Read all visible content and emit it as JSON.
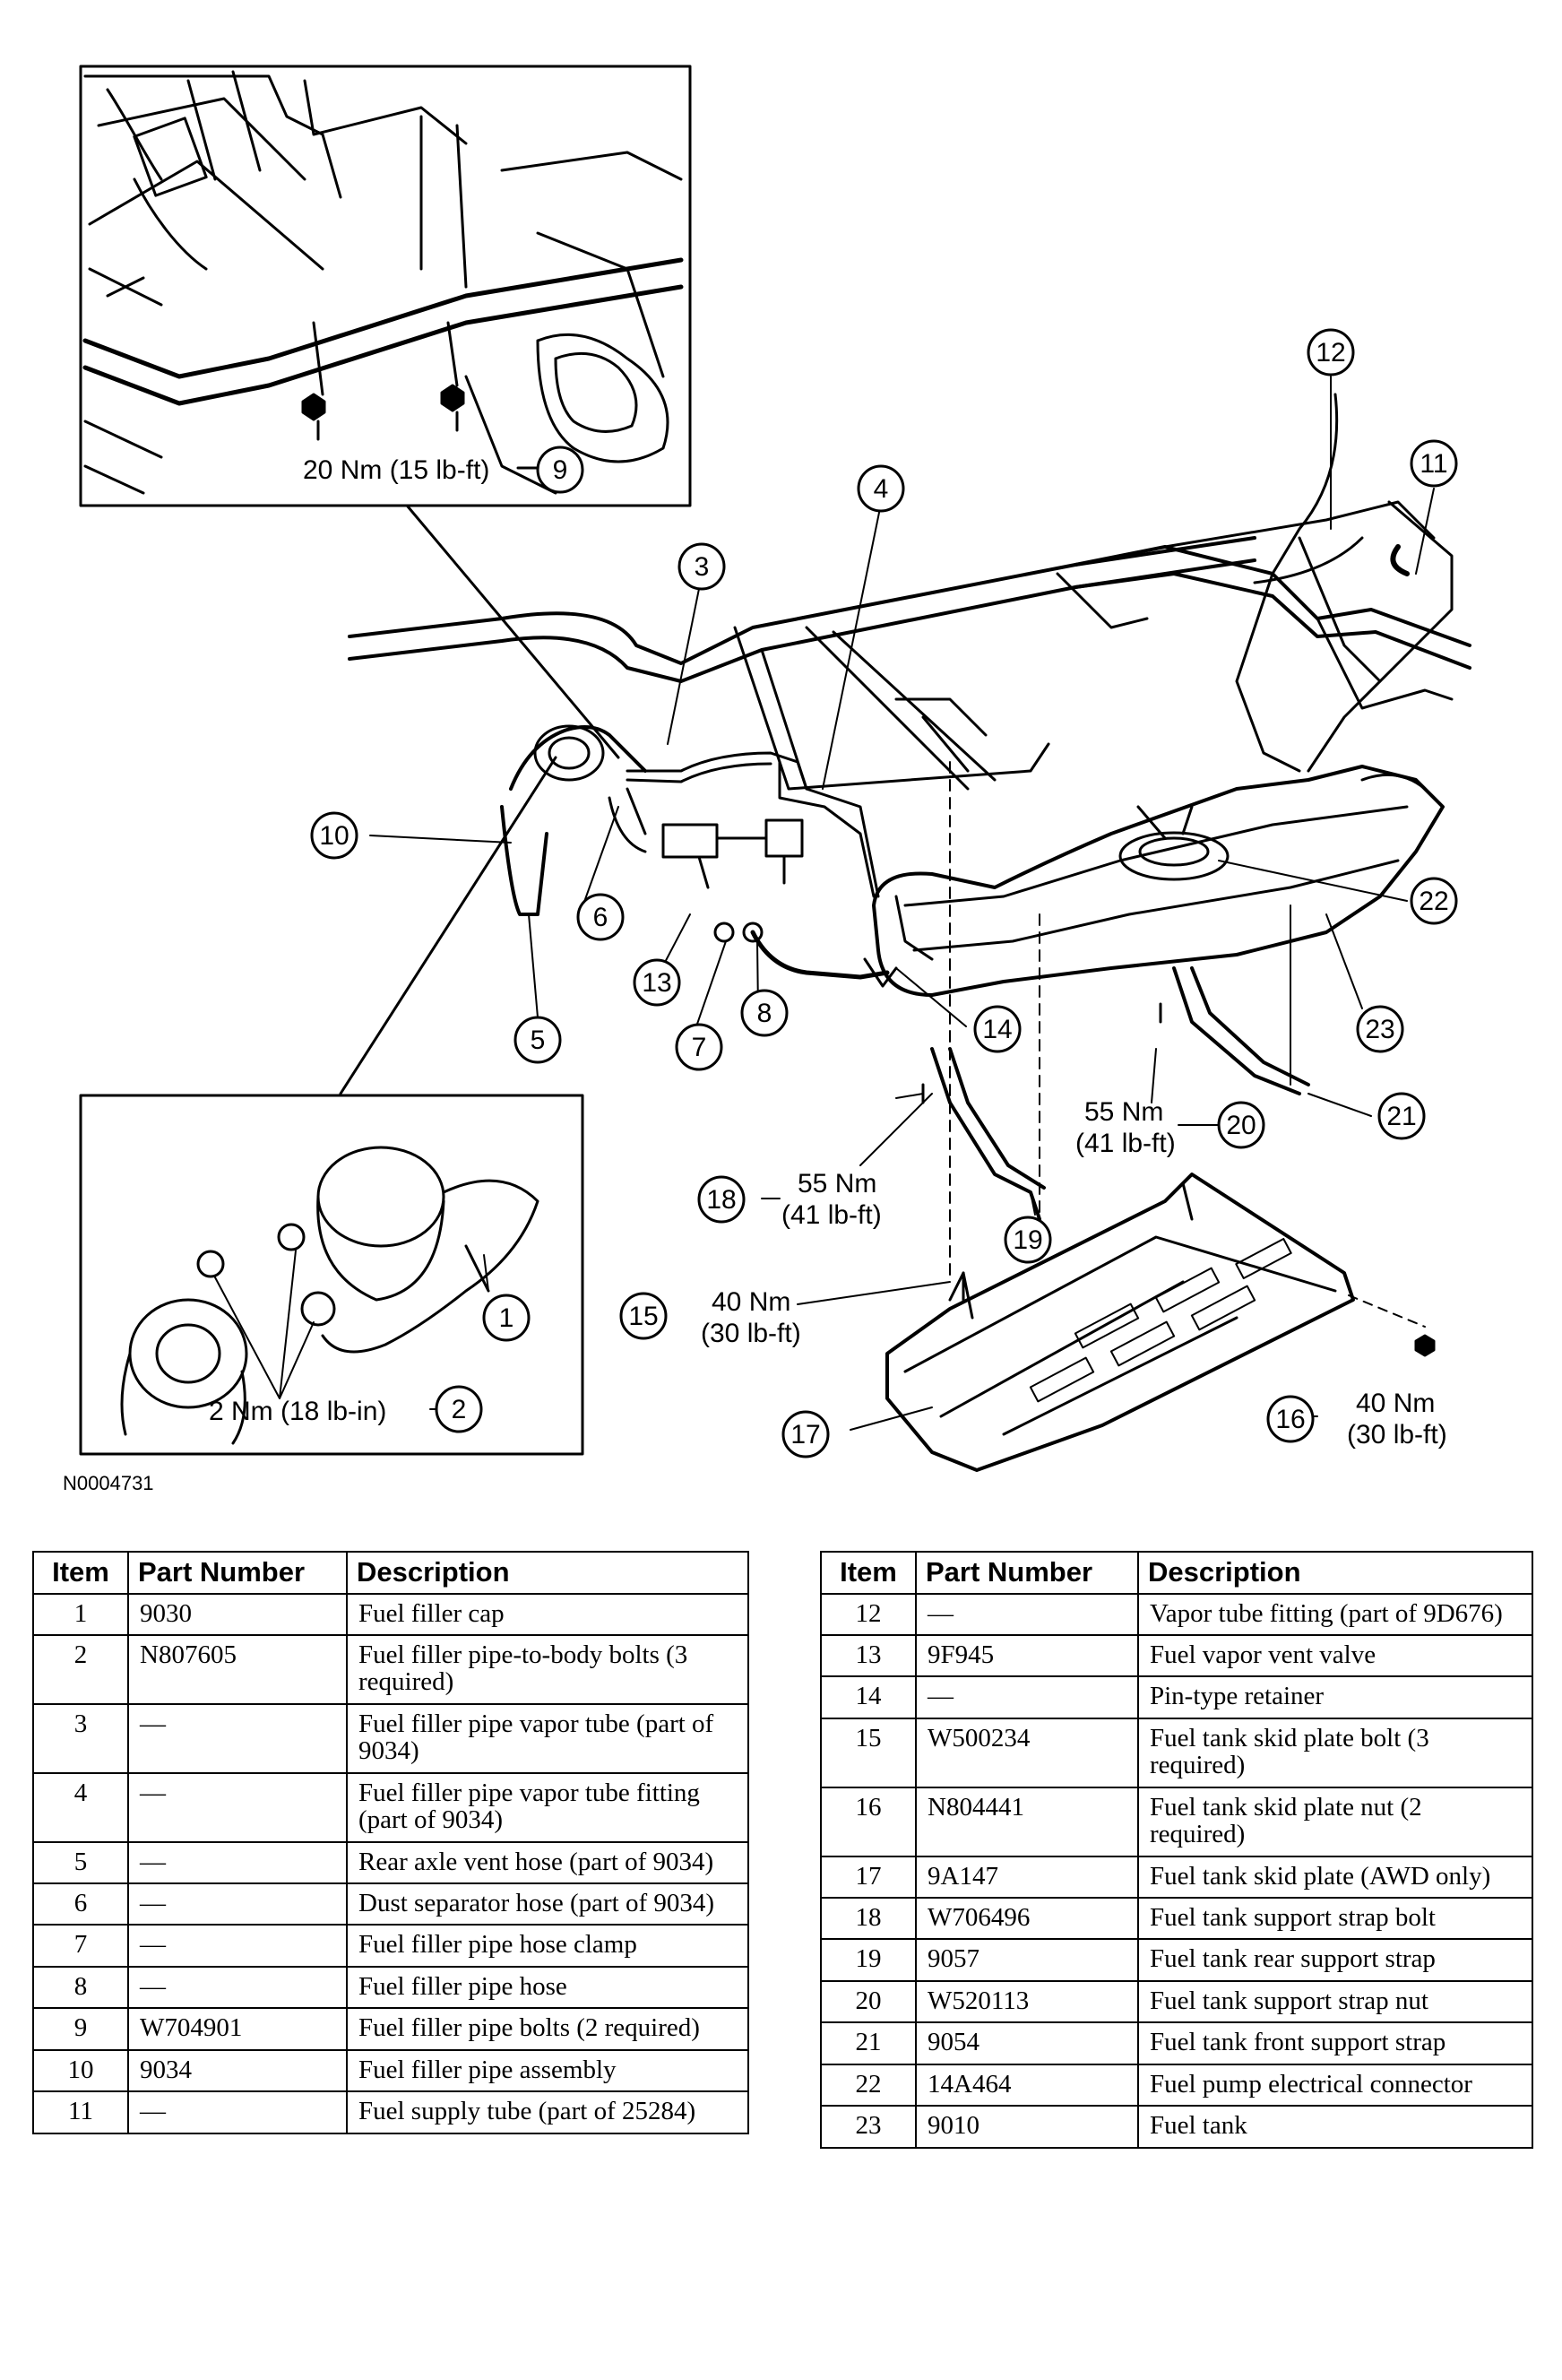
{
  "figure_id": "N0004731",
  "callouts": [
    {
      "n": "1"
    },
    {
      "n": "2"
    },
    {
      "n": "3"
    },
    {
      "n": "4"
    },
    {
      "n": "5"
    },
    {
      "n": "6"
    },
    {
      "n": "7"
    },
    {
      "n": "8"
    },
    {
      "n": "9"
    },
    {
      "n": "10"
    },
    {
      "n": "11"
    },
    {
      "n": "12"
    },
    {
      "n": "13"
    },
    {
      "n": "14"
    },
    {
      "n": "15"
    },
    {
      "n": "16"
    },
    {
      "n": "17"
    },
    {
      "n": "18"
    },
    {
      "n": "19"
    },
    {
      "n": "20"
    },
    {
      "n": "21"
    },
    {
      "n": "22"
    },
    {
      "n": "23"
    }
  ],
  "torque_labels": {
    "t9": "20 Nm (15 lb-ft)",
    "t2": "2 Nm (18 lb-in)",
    "t20a": "55 Nm",
    "t20b": "(41 lb-ft)",
    "t18a": "55 Nm",
    "t18b": "(41 lb-ft)",
    "t15a": "40 Nm",
    "t15b": "(30 lb-ft)",
    "t16a": "40 Nm",
    "t16b": "(30 lb-ft)"
  },
  "table_headers": {
    "item": "Item",
    "part_number": "Part Number",
    "description": "Description"
  },
  "parts_left": [
    {
      "item": "1",
      "part": "9030",
      "desc": "Fuel filler cap"
    },
    {
      "item": "2",
      "part": "N807605",
      "desc": "Fuel filler pipe-to-body bolts (3 required)"
    },
    {
      "item": "3",
      "part": "—",
      "desc": "Fuel filler pipe vapor tube (part of 9034)"
    },
    {
      "item": "4",
      "part": "—",
      "desc": "Fuel filler pipe vapor tube fitting (part of 9034)"
    },
    {
      "item": "5",
      "part": "—",
      "desc": "Rear axle vent hose (part of 9034)"
    },
    {
      "item": "6",
      "part": "—",
      "desc": "Dust separator hose (part of 9034)"
    },
    {
      "item": "7",
      "part": "—",
      "desc": "Fuel filler pipe hose clamp"
    },
    {
      "item": "8",
      "part": "—",
      "desc": "Fuel filler pipe hose"
    },
    {
      "item": "9",
      "part": "W704901",
      "desc": "Fuel filler pipe bolts (2 required)"
    },
    {
      "item": "10",
      "part": "9034",
      "desc": "Fuel filler pipe assembly"
    },
    {
      "item": "11",
      "part": "—",
      "desc": "Fuel supply tube (part of 25284)"
    }
  ],
  "parts_right": [
    {
      "item": "12",
      "part": "—",
      "desc": "Vapor tube fitting (part of 9D676)"
    },
    {
      "item": "13",
      "part": "9F945",
      "desc": "Fuel vapor vent valve"
    },
    {
      "item": "14",
      "part": "—",
      "desc": "Pin-type retainer"
    },
    {
      "item": "15",
      "part": "W500234",
      "desc": "Fuel tank skid plate bolt (3 required)"
    },
    {
      "item": "16",
      "part": "N804441",
      "desc": "Fuel tank skid plate nut (2 required)"
    },
    {
      "item": "17",
      "part": "9A147",
      "desc": "Fuel tank skid plate (AWD only)"
    },
    {
      "item": "18",
      "part": "W706496",
      "desc": "Fuel tank support strap bolt"
    },
    {
      "item": "19",
      "part": "9057",
      "desc": "Fuel tank rear support strap"
    },
    {
      "item": "20",
      "part": "W520113",
      "desc": "Fuel tank support strap nut"
    },
    {
      "item": "21",
      "part": "9054",
      "desc": "Fuel tank front support strap"
    },
    {
      "item": "22",
      "part": "14A464",
      "desc": "Fuel pump electrical connector"
    },
    {
      "item": "23",
      "part": "9010",
      "desc": "Fuel tank"
    }
  ]
}
